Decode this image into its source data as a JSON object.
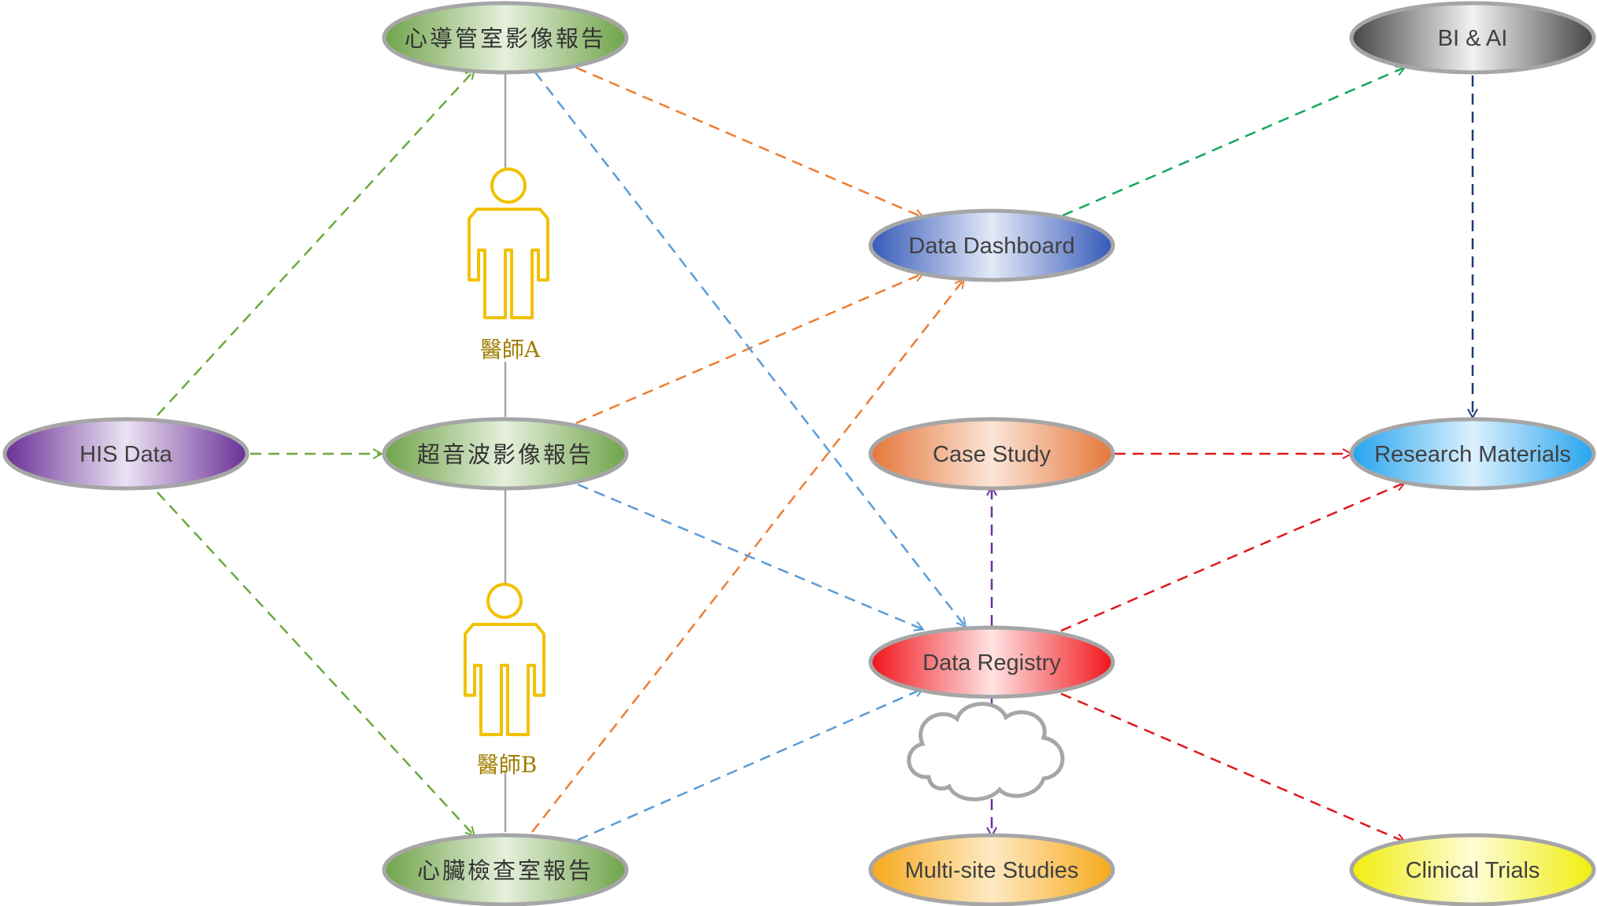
{
  "nodes": {
    "cath_report": {
      "label": "心導管室影像報告",
      "color": "#8db86a"
    },
    "ultrasound_report": {
      "label": "超音波影像報告",
      "color": "#8db86a"
    },
    "cardiac_exam_report": {
      "label": "心臟檢查室報告",
      "color": "#8db86a"
    },
    "his_data": {
      "label": "HIS Data",
      "color": "#8e5cb5"
    },
    "data_dashboard": {
      "label": "Data Dashboard",
      "color": "#5b7fcf"
    },
    "case_study": {
      "label": "Case Study",
      "color": "#ea8f5b"
    },
    "data_registry": {
      "label": "Data Registry",
      "color": "#f23a3a"
    },
    "multi_site_studies": {
      "label": "Multi-site Studies",
      "color": "#f9b93a"
    },
    "bi_ai": {
      "label": "BI & AI",
      "color": "#7a7a7a"
    },
    "research_materials": {
      "label": "Research Materials",
      "color": "#4db2ef"
    },
    "clinical_trials": {
      "label": "Clinical Trials",
      "color": "#f3f03a"
    }
  },
  "people": {
    "doctor_a": {
      "label": "醫師A"
    },
    "doctor_b": {
      "label": "醫師B"
    }
  },
  "colors": {
    "green_arrow": "#6aaa3c",
    "orange_arrow": "#ed7d31",
    "blue_arrow": "#5b9bd5",
    "teal_arrow": "#14a85c",
    "navy_arrow": "#1f3a7a",
    "red_arrow": "#e0191c",
    "purple_arrow": "#7030a0",
    "person_outline": "#f2c100",
    "person_label": "#a07d00",
    "solid_line": "#a6a6a6",
    "cloud": "#a6a6a6"
  }
}
